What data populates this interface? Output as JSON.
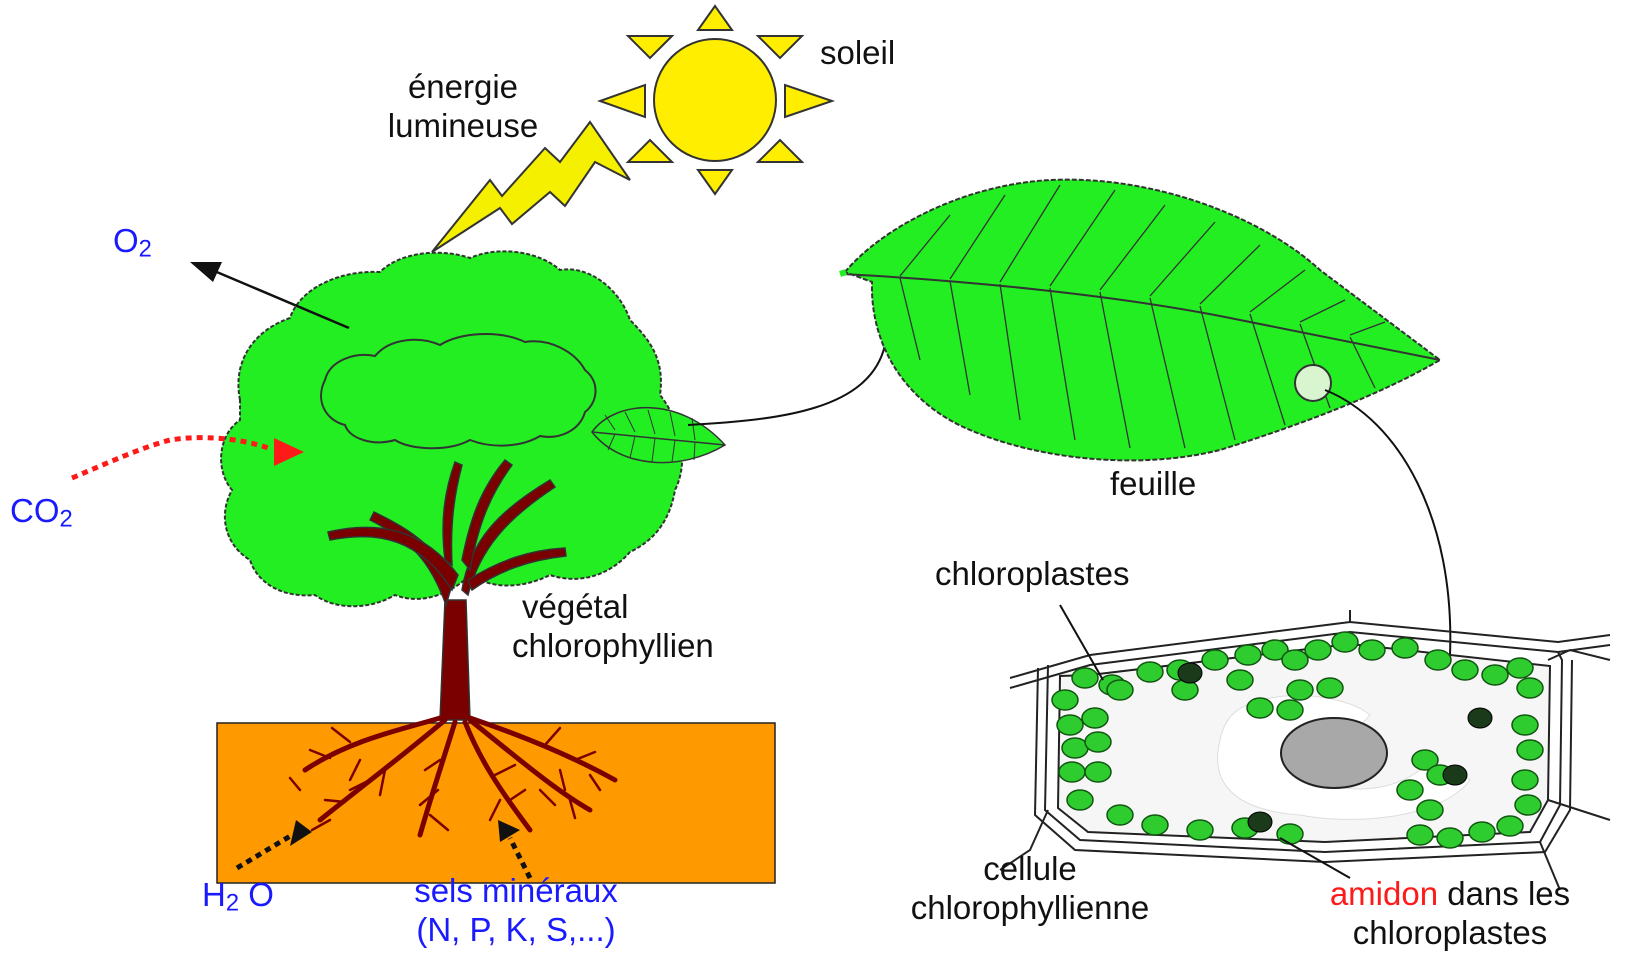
{
  "labels": {
    "soleil": "soleil",
    "energie_line1": "énergie",
    "energie_line2": "lumineuse",
    "o2_main": "O",
    "o2_sub": "2",
    "co2_main": "CO",
    "co2_sub": "2",
    "vegetal_line1": "végétal",
    "vegetal_line2": "chlorophyllien",
    "feuille": "feuille",
    "chloroplastes": "chloroplastes",
    "h2o_main": "H",
    "h2o_sub": "2",
    "h2o_rest": " O",
    "sels_line1": "sels minéraux",
    "sels_line2": "(N, P, K, S,...)",
    "cellule_line1": "cellule",
    "cellule_line2": "chlorophyllienne",
    "amidon_word": "amidon",
    "amidon_rest": " dans les",
    "amidon_line2": "chloroplastes"
  },
  "colors": {
    "sun": "#ffee00",
    "lightning": "#f5f000",
    "foliage": "#22ee22",
    "trunk": "#7a0000",
    "soil": "#ff9900",
    "leaf": "#22ee22",
    "chloroplast": "#2ecc2e",
    "starch": "#1a3a1a",
    "gas_blue": "#1a1aff",
    "co2_arrow": "#ff1a1a"
  }
}
